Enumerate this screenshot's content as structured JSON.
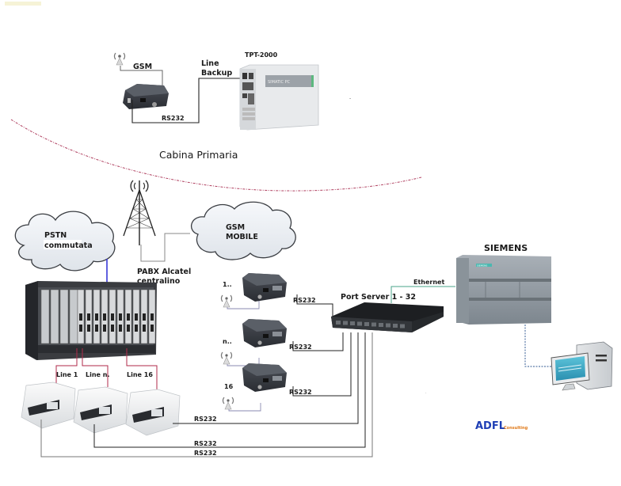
{
  "title_area": {
    "top_section_label": "Cabina Primaria"
  },
  "top_section": {
    "gsm_label": "GSM",
    "line_backup_label_1": "Line",
    "line_backup_label_2": "Backup",
    "rs232_label": "RS232",
    "tpt_label": "TPT-2000",
    "tpt_brand": "SIMATIC PC"
  },
  "network": {
    "pstn_cloud_line1": "PSTN",
    "pstn_cloud_line2": "commutata",
    "gsm_cloud_line1": "GSM",
    "gsm_cloud_line2": "MOBILE",
    "pabx_label_line1": "PABX Alcatel",
    "pabx_label_line2": "centralino"
  },
  "modems": {
    "line_labels": [
      "Line 1",
      "Line n.",
      "Line 16"
    ]
  },
  "gsm_modems": {
    "labels": [
      "1..",
      "n..",
      "16"
    ],
    "rs232_labels": [
      "RS232",
      "RS232",
      "RS232"
    ]
  },
  "port_server": {
    "label": "Port Server 1 - 32",
    "ethernet_label": "Ethernet"
  },
  "plc": {
    "label": "SIEMENS",
    "badge": "SIEMENS"
  },
  "bottom_links": {
    "rs232_labels": [
      "RS232",
      "RS232",
      "RS232"
    ]
  },
  "logo": {
    "main": "ADFL",
    "sub": "Consulting",
    "main_color": "#1f3fb5",
    "sub_color": "#e07a1a"
  },
  "colors": {
    "pabx_line": "#b02a4a",
    "pstn_link": "#3a3ad8",
    "ethernet_link": "#4aa38a",
    "dashed_link": "#5a7aa8",
    "arc": "#b04060",
    "cable": "#222222",
    "cable_grey": "#777777"
  }
}
